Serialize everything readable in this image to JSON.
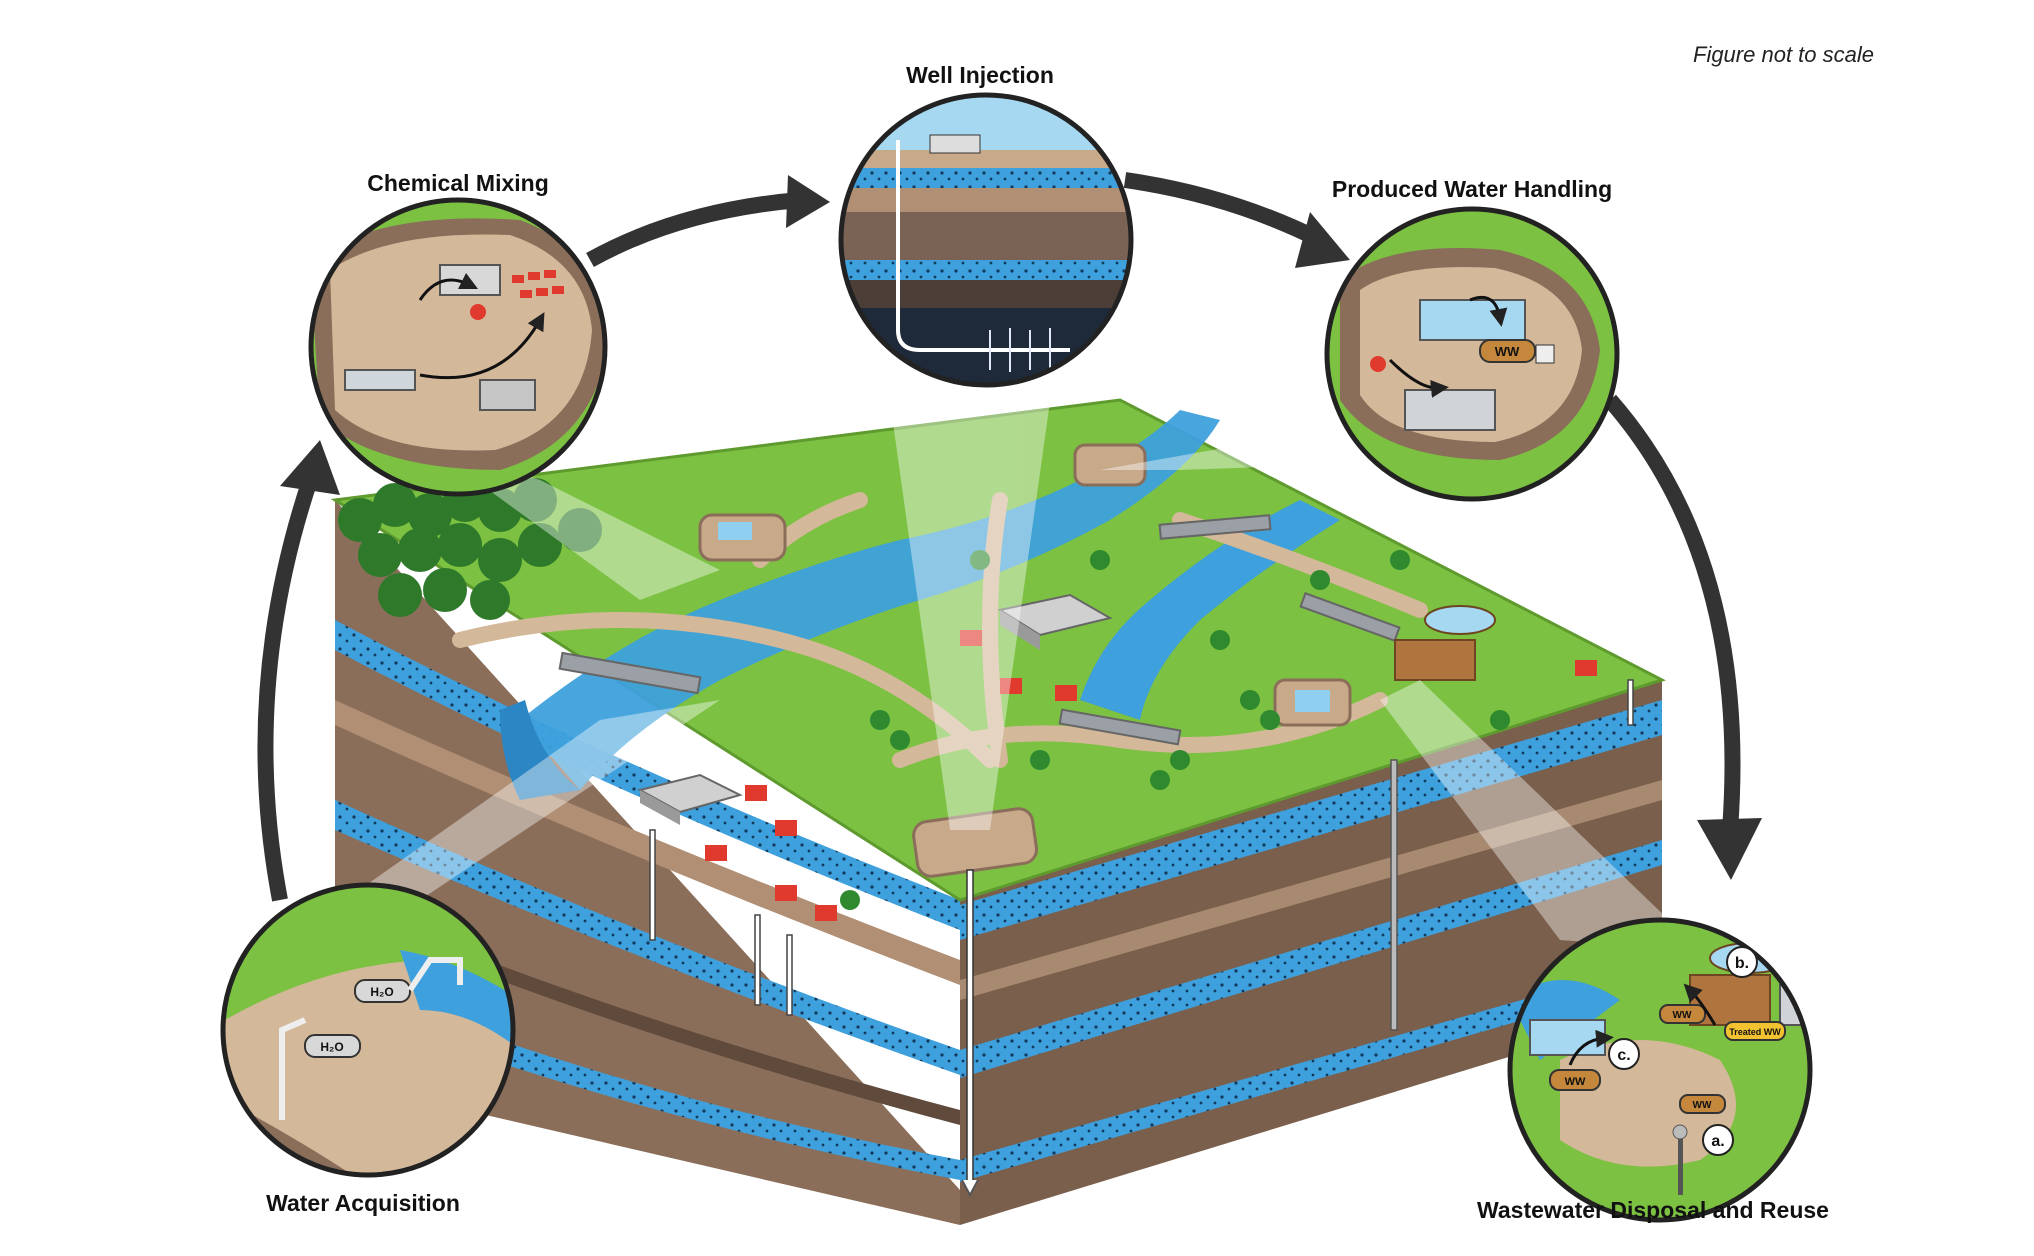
{
  "note": "Figure not to scale",
  "stages": {
    "chemical_mixing": "Chemical Mixing",
    "well_injection": "Well Injection",
    "produced_water_handling": "Produced Water Handling",
    "water_acquisition": "Water Acquisition",
    "wastewater": "Wastewater Disposal and Reuse"
  },
  "inset_tags": {
    "h2o": "H₂O",
    "ww": "WW",
    "treated_ww": "Treated WW",
    "a": "a.",
    "b": "b.",
    "c": "c."
  },
  "colors": {
    "grass": "#7cc142",
    "soil": "#c8a98a",
    "rock": "#8a6e5a",
    "water": "#3ea0dc",
    "arrow": "#333333",
    "house": "#e03a2e"
  }
}
